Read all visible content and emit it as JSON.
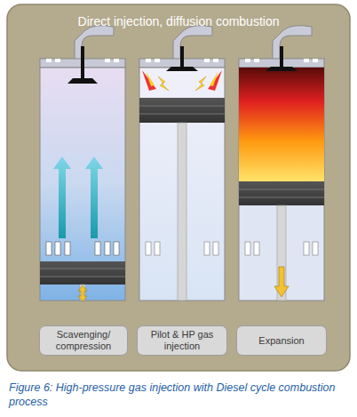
{
  "diagram": {
    "title": "Direct injection, diffusion combustion",
    "caption": "Figure 6: High-pressure gas injection with Diesel cycle combustion process",
    "nodes": [
      {
        "text": [
          "Scavenging/ compression"
        ]
      },
      {
        "text": [
          "Pilot & HP gas injection"
        ]
      },
      {
        "text": [
          "Expansion"
        ]
      }
    ]
  }
}
